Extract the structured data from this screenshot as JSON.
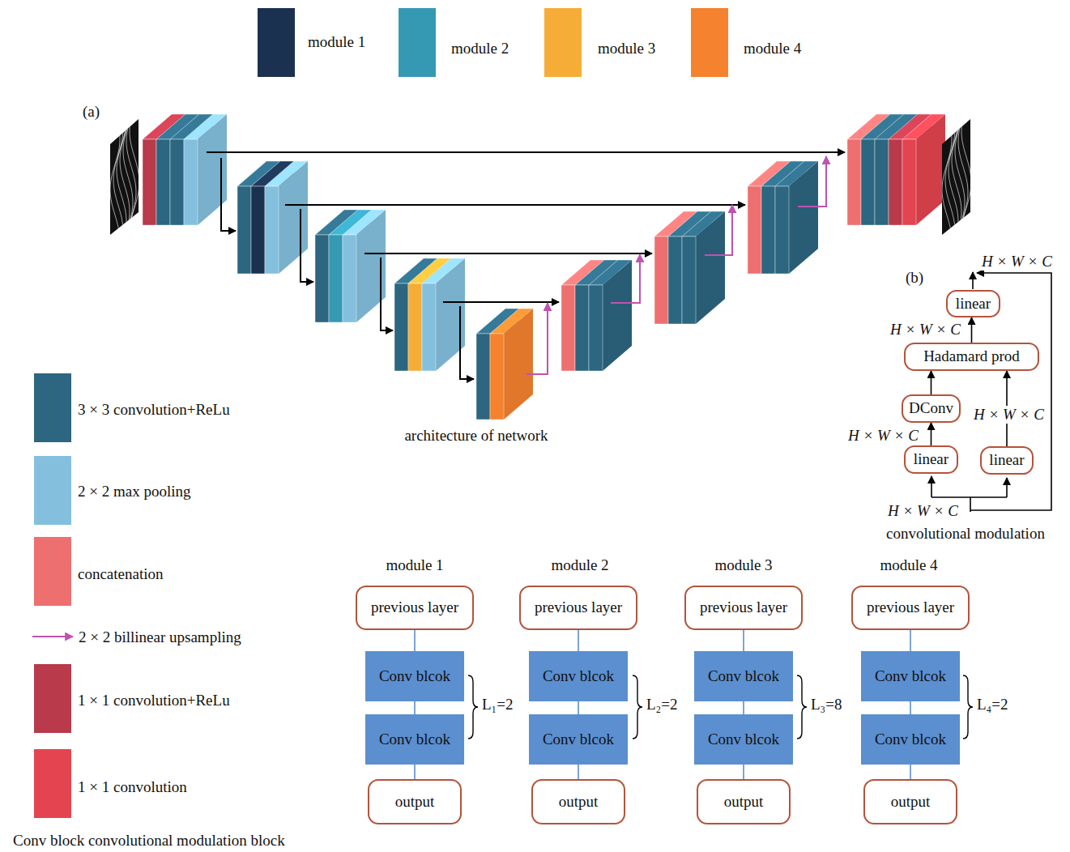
{
  "diagram": {
    "nodes": [
      {
        "text": [
          "linear"
        ]
      },
      {
        "text": [
          "Hadamard prod"
        ]
      },
      {
        "text": [
          "DConv"
        ]
      },
      {
        "text": [
          "linear"
        ]
      },
      {
        "text": [
          "linear"
        ]
      },
      {
        "text": [
          "previous layer"
        ]
      },
      {
        "text": [
          "Conv blcok"
        ]
      },
      {
        "text": [
          "Conv blcok"
        ]
      },
      {
        "text": [
          "output"
        ]
      },
      {
        "text": [
          "previous layer"
        ]
      },
      {
        "text": [
          "Conv blcok"
        ]
      },
      {
        "text": [
          "Conv blcok"
        ]
      },
      {
        "text": [
          "output"
        ]
      },
      {
        "text": [
          "previous layer"
        ]
      },
      {
        "text": [
          "Conv blcok"
        ]
      },
      {
        "text": [
          "Conv blcok"
        ]
      },
      {
        "text": [
          "output"
        ]
      },
      {
        "text": [
          "previous layer"
        ]
      },
      {
        "text": [
          "Conv blcok"
        ]
      },
      {
        "text": [
          "Conv blcok"
        ]
      },
      {
        "text": [
          "output"
        ]
      }
    ],
    "edges": [
      {
        "from": 3,
        "to": 2,
        "arrow": "to"
      },
      {
        "from": 2,
        "to": 1,
        "arrow": "to"
      },
      {
        "from": 4,
        "to": 1,
        "arrow": "to"
      },
      {
        "from": 1,
        "to": 0,
        "arrow": "to"
      },
      {
        "from": 5,
        "to": 6,
        "arrow": "none"
      },
      {
        "from": 6,
        "to": 7,
        "arrow": "none"
      },
      {
        "from": 7,
        "to": 8,
        "arrow": "none"
      },
      {
        "from": 9,
        "to": 10,
        "arrow": "none"
      },
      {
        "from": 10,
        "to": 11,
        "arrow": "none"
      },
      {
        "from": 11,
        "to": 12,
        "arrow": "none"
      },
      {
        "from": 13,
        "to": 14,
        "arrow": "none"
      },
      {
        "from": 14,
        "to": 15,
        "arrow": "none"
      },
      {
        "from": 15,
        "to": 16,
        "arrow": "none"
      },
      {
        "from": 17,
        "to": 18,
        "arrow": "none"
      },
      {
        "from": 18,
        "to": 19,
        "arrow": "none"
      },
      {
        "from": 19,
        "to": 20,
        "arrow": "none"
      }
    ],
    "labels": [
      "(a)",
      "architecture of network",
      "(b)",
      "H × W × C",
      "H × W × C",
      "H × W × C",
      "H × W × C",
      "H × W × C",
      "convolutional modulation",
      "module 1",
      "module 2",
      "module 3",
      "module 4",
      "L₁=2",
      "L₂=2",
      "L₃=8",
      "L₄=2",
      "Conv block convolutional modulation block"
    ],
    "legend": [
      {
        "text": "module 1",
        "color": "#1b3150"
      },
      {
        "text": "module 2",
        "color": "#3599b4"
      },
      {
        "text": "module 3",
        "color": "#f6ad38"
      },
      {
        "text": "module 4",
        "color": "#f5822f"
      },
      {
        "text": "3 × 3 convolution+ReLu",
        "color": "#2c6680"
      },
      {
        "text": "2 × 2 max pooling",
        "color": "#84c0de"
      },
      {
        "text": "concatenation",
        "color": "#ee6f6f"
      },
      {
        "text": "2 × 2 billinear upsampling"
      },
      {
        "text": "1 × 1 convolution+ReLu",
        "color": "#b83a4b"
      },
      {
        "text": "1 × 1 convolution",
        "color": "#e3444f"
      }
    ]
  }
}
